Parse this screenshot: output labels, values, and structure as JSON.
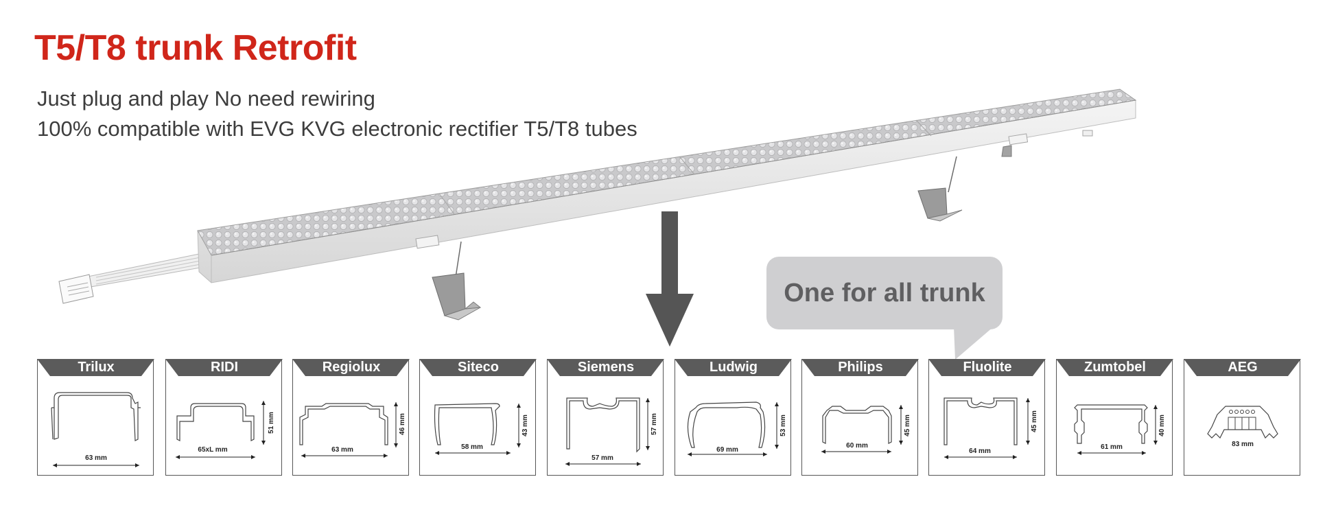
{
  "header": {
    "title": "T5/T8 trunk Retrofit",
    "subtitle_line1": "Just plug and play No need rewiring",
    "subtitle_line2": "100% compatible with EVG KVG electronic rectifier T5/T8  tubes"
  },
  "callout": {
    "text": "One for all trunk"
  },
  "colors": {
    "title_red": "#d0261a",
    "tab_gray": "#5b5b5b",
    "bubble_gray": "#cfcfd1",
    "arrow_gray": "#555555"
  },
  "icons": [
    "led-trunk-module-image",
    "down-arrow-icon",
    "hanging-clip-icon"
  ],
  "profiles": [
    {
      "brand": "Trilux",
      "width_label": "63 mm",
      "height_label": ""
    },
    {
      "brand": "RIDI",
      "width_label": "65xL mm",
      "height_label": "51 mm"
    },
    {
      "brand": "Regiolux",
      "width_label": "63 mm",
      "height_label": "46 mm"
    },
    {
      "brand": "Siteco",
      "width_label": "58 mm",
      "height_label": "43 mm"
    },
    {
      "brand": "Siemens",
      "width_label": "57 mm",
      "height_label": "57 mm"
    },
    {
      "brand": "Ludwig",
      "width_label": "69 mm",
      "height_label": "53 mm"
    },
    {
      "brand": "Philips",
      "width_label": "60 mm",
      "height_label": "45 mm"
    },
    {
      "brand": "Fluolite",
      "width_label": "64 mm",
      "height_label": "45 mm"
    },
    {
      "brand": "Zumtobel",
      "width_label": "61 mm",
      "height_label": "40 mm"
    },
    {
      "brand": "AEG",
      "width_label": "83 mm",
      "height_label": ""
    }
  ]
}
